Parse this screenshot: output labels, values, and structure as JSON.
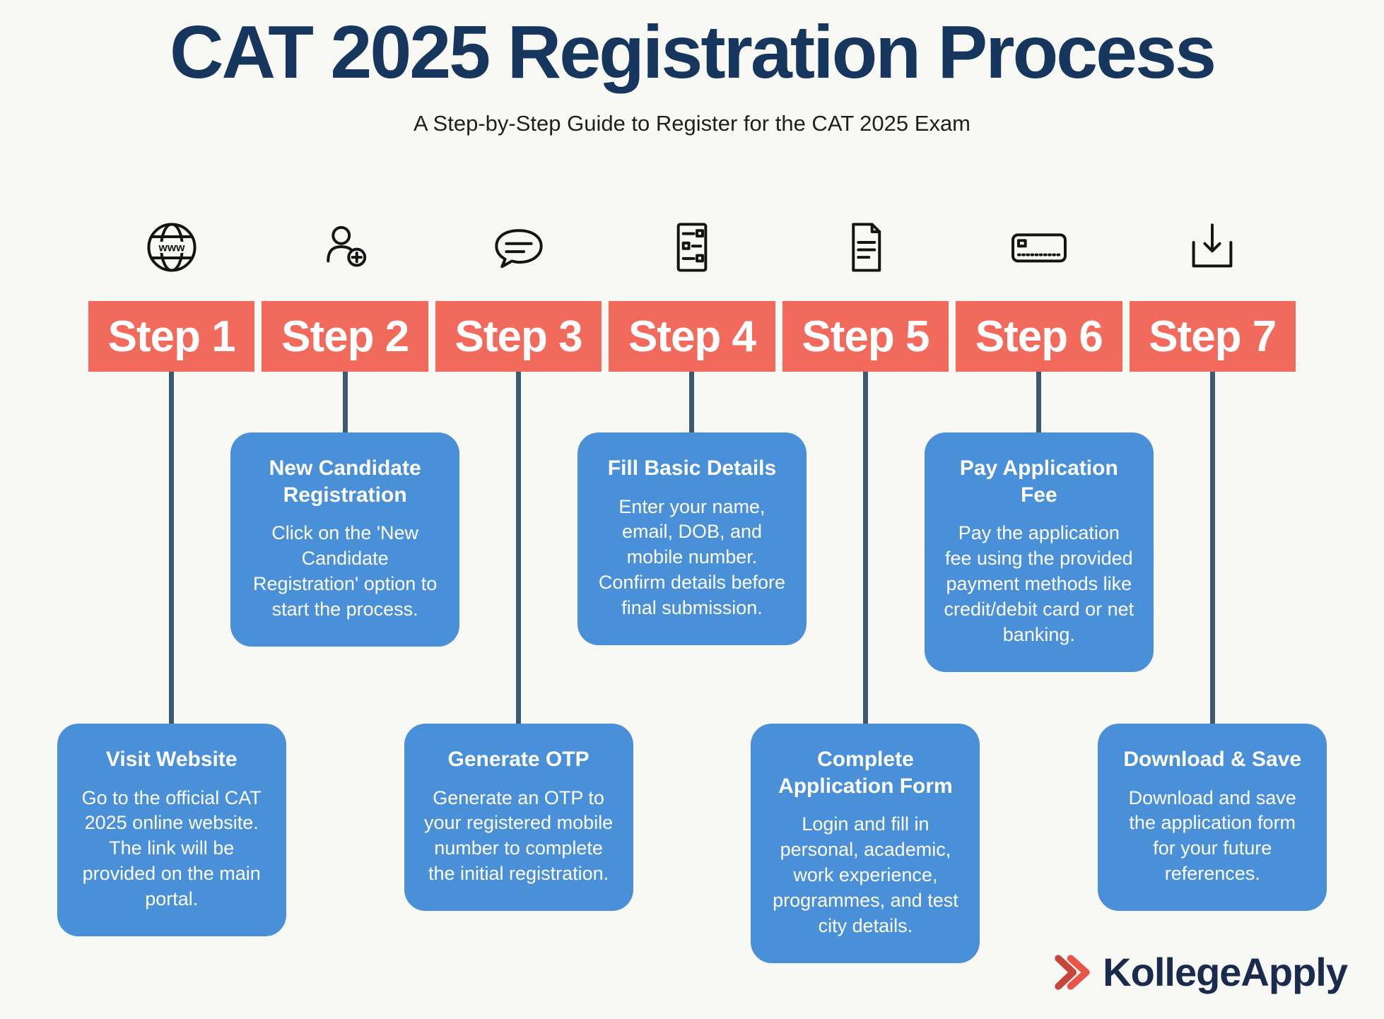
{
  "header": {
    "title": "CAT 2025 Registration Process",
    "subtitle": "A Step-by-Step Guide to Register for the CAT 2025 Exam"
  },
  "icons": {
    "globe_label": "www"
  },
  "steps": [
    {
      "label": "Step 1",
      "icon": "globe-www",
      "position": "low",
      "card": {
        "title": "Visit Website",
        "body": "Go to the official CAT 2025 online website. The link will be provided on the main portal."
      }
    },
    {
      "label": "Step 2",
      "icon": "add-user",
      "position": "high",
      "card": {
        "title": "New Candidate Registration",
        "body": "Click on the 'New Candidate Registration' option to start the process."
      }
    },
    {
      "label": "Step 3",
      "icon": "chat-bubble",
      "position": "low",
      "card": {
        "title": "Generate OTP",
        "body": "Generate an OTP to your registered mobile number to complete the initial registration."
      }
    },
    {
      "label": "Step 4",
      "icon": "form-checklist",
      "position": "high",
      "card": {
        "title": "Fill Basic Details",
        "body": "Enter your name, email, DOB, and mobile number. Confirm details before final submission."
      }
    },
    {
      "label": "Step 5",
      "icon": "document",
      "position": "low",
      "card": {
        "title": "Complete Application Form",
        "body": "Login and fill in personal, academic, work experience, programmes, and test city details."
      }
    },
    {
      "label": "Step 6",
      "icon": "credit-card",
      "position": "high",
      "card": {
        "title": "Pay Application Fee",
        "body": "Pay the application fee using the provided payment methods like credit/debit card or net banking."
      }
    },
    {
      "label": "Step 7",
      "icon": "download",
      "position": "low",
      "card": {
        "title": "Download & Save",
        "body": "Download and save the application form for your future references."
      }
    }
  ],
  "footer": {
    "brand": "KollegeApply"
  },
  "colors": {
    "step_bar": "#f26a5c",
    "card_blue": "#4a90d8",
    "title_navy": "#17365e",
    "connector": "#3d5a70",
    "brand_red": "#e8564a"
  }
}
